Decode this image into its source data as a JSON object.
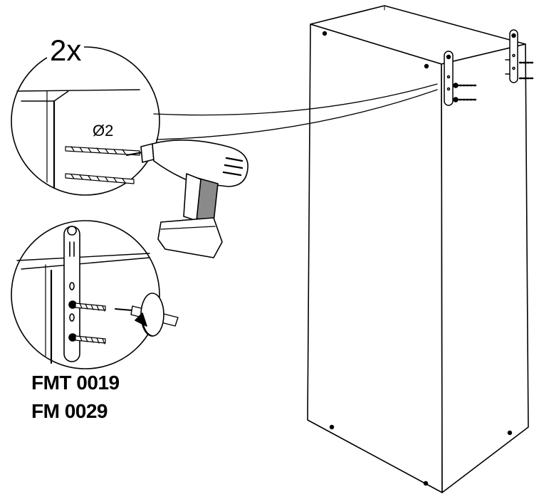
{
  "instruction": {
    "quantity": "2x",
    "drill_diameter": "Ø2",
    "part_codes": [
      "FMT 0019",
      "FM 0029"
    ]
  },
  "icons": {
    "drill": "cordless-drill-icon",
    "screwdriver": "screwdriver-icon",
    "rotation": "rotate-clockwise-icon",
    "bracket": "wall-bracket-icon",
    "screw": "screw-icon",
    "drill_bit": "drill-bit-icon",
    "cabinet": "tall-cabinet"
  },
  "colors": {
    "line": "#000000",
    "background": "#ffffff",
    "drill_grip": "#8a8a8a"
  }
}
